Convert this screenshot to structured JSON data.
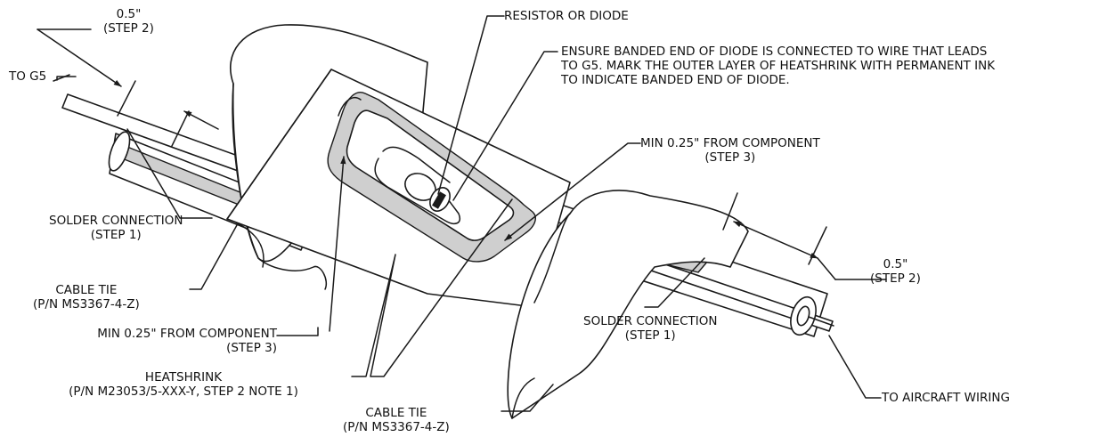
{
  "labels": {
    "resistor_or_diode": "RESISTOR OR DIODE",
    "ensure_note": [
      "ENSURE BANDED END OF DIODE IS CONNECTED TO WIRE THAT LEADS",
      "TO G5. MARK THE OUTER LAYER OF HEATSHRINK WITH PERMANENT INK",
      "TO INDICATE BANDED END OF DIODE."
    ],
    "dim_left": {
      "value": "0.5\"",
      "step": "(STEP 2)"
    },
    "to_g5": "TO G5",
    "min_right": {
      "text": "MIN 0.25\" FROM COMPONENT",
      "step": "(STEP 3)"
    },
    "solder_left": {
      "text": "SOLDER CONNECTION",
      "step": "(STEP 1)"
    },
    "cable_tie_left": {
      "text": "CABLE TIE",
      "pn": "(P/N MS3367-4-Z)"
    },
    "min_left": {
      "text": "MIN 0.25\" FROM COMPONENT",
      "step": "(STEP 3)"
    },
    "heatshrink": {
      "text": "HEATSHRINK",
      "pn": "(P/N M23053/5-XXX-Y, STEP 2 NOTE 1)"
    },
    "cable_tie_bottom": {
      "text": "CABLE TIE",
      "pn": "(P/N MS3367-4-Z)"
    },
    "dim_right": {
      "value": "0.5\"",
      "step": "(STEP 2)"
    },
    "solder_right": {
      "text": "SOLDER CONNECTION",
      "step": "(STEP 1)"
    },
    "to_aircraft": "TO AIRCRAFT WIRING"
  }
}
